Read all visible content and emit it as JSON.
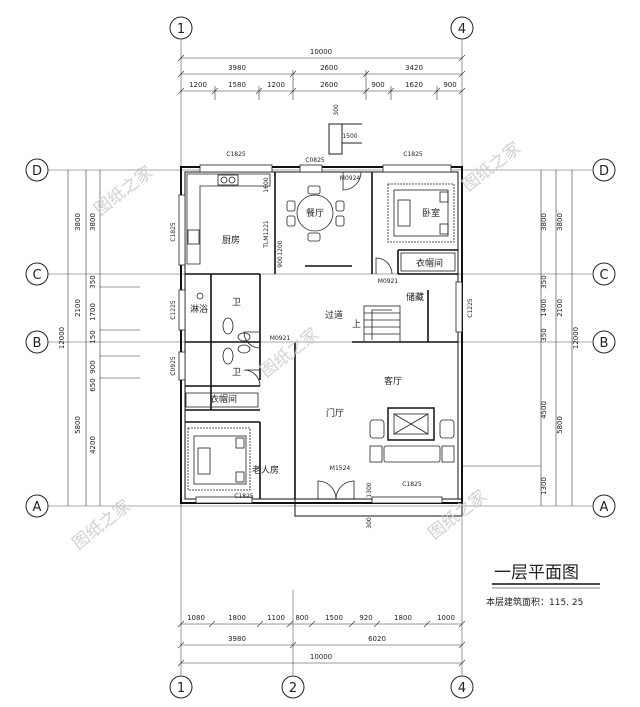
{
  "plan_title": "一层平面图",
  "floor_area_text": "本层建筑面积：115. 25",
  "watermark": "图纸之家",
  "axes": {
    "top": [
      "1",
      "4"
    ],
    "bottom": [
      "1",
      "2",
      "4"
    ],
    "left": [
      "D",
      "C",
      "B",
      "A"
    ],
    "right": [
      "D",
      "C",
      "B",
      "A"
    ]
  },
  "dims_top": {
    "total": "10000",
    "row2": [
      "3980",
      "2600",
      "3420"
    ],
    "row3": [
      "1200",
      "1580",
      "1200",
      "2600",
      "900",
      "1620",
      "900"
    ],
    "stair_dims": [
      "300",
      "1500"
    ]
  },
  "dims_bottom": {
    "row1": [
      "1080",
      "1800",
      "1100",
      "800",
      "1500",
      "920",
      "1800",
      "1000"
    ],
    "row2": [
      "3980",
      "6020"
    ],
    "total": "10000"
  },
  "dims_left": {
    "outer": [
      "3800",
      "2100",
      "5800"
    ],
    "outer_total": "12000",
    "inner": [
      "3800",
      "1700",
      "4200"
    ],
    "small": [
      "350",
      "150",
      "900",
      "650"
    ]
  },
  "dims_right": {
    "outer": [
      "3800",
      "2100",
      "5800"
    ],
    "outer_total": "12000",
    "inner": [
      "3800",
      "1400",
      "4500",
      "1300"
    ],
    "small": [
      "350",
      "350"
    ]
  },
  "rooms": {
    "kitchen": "厨房",
    "dining": "餐厅",
    "bedroom": "卧室",
    "closet_upper": "衣帽间",
    "storage": "储藏",
    "bath": "淋浴",
    "wc_upper": "卫",
    "wc_lower": "卫",
    "closet_lower": "衣帽间",
    "corridor": "过道",
    "living": "客厅",
    "foyer": "门厅",
    "elder_room": "老人房",
    "stair_up": "上"
  },
  "codes": {
    "c1825_top_left": "C1825",
    "c0825_top": "C0825",
    "c1825_top_right": "C1825",
    "m0924": "M0924",
    "c1825_kitchen": "C1825",
    "tlm1221": "TLM1221",
    "dim_1600": "1600",
    "dim_1200": "1200",
    "dim_900": "900",
    "m0921_c": "M0921",
    "c1225": "C1225",
    "c1225_right": "C1225",
    "m0921_b": "M0921",
    "c0925": "C0925",
    "m1524": "M1524",
    "c1825_bottom_left": "C1825",
    "c1825_bottom_right": "C1825",
    "dim_1300": "1300",
    "dim_300": "300"
  }
}
